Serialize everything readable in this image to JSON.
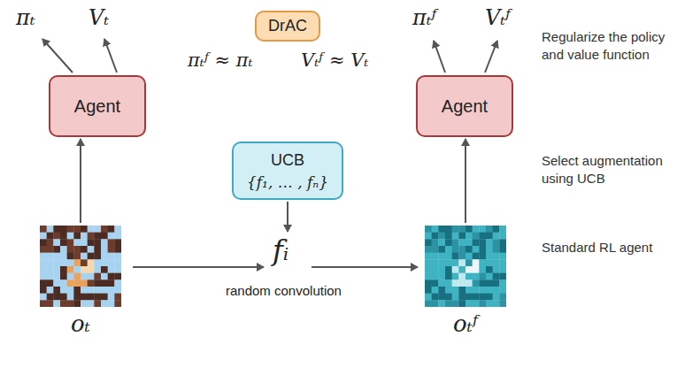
{
  "diagram": {
    "nodes": [
      {
        "text": [
          "Agent"
        ]
      },
      {
        "text": [
          "DrAC"
        ]
      },
      {
        "text": [
          "Agent"
        ]
      },
      {
        "text": [
          "UCB",
          "{f₁, … , fₙ}"
        ]
      },
      {
        "text": [
          "oₜ"
        ]
      },
      {
        "text": [
          "oₜᶠ"
        ]
      }
    ],
    "edges": [
      {
        "from": 4,
        "to": 0,
        "arrow": "to"
      },
      {
        "from": 5,
        "to": 2,
        "arrow": "to"
      }
    ],
    "labels": [
      "πₜ",
      "Vₜ",
      "πₜᶠ ≈ πₜ",
      "Vₜᶠ ≈ Vₜ",
      "πₜᶠ",
      "Vₜᶠ",
      "fᵢ",
      "random convolution",
      "Regularize the policy and value function",
      "Select augmentation using UCB",
      "Standard RL agent"
    ]
  }
}
